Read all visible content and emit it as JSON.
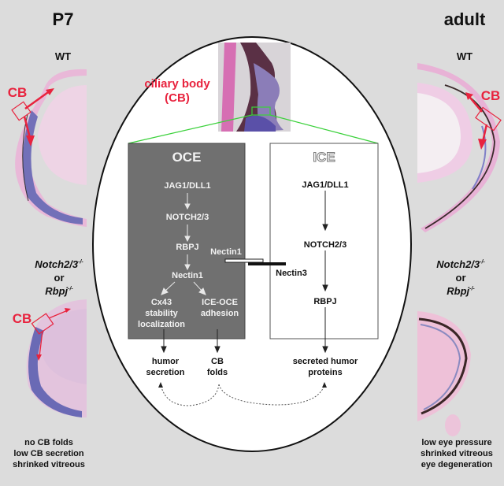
{
  "left_panel": {
    "title": "P7",
    "wt_label": "WT",
    "cb_label": "CB",
    "mutant_label": {
      "gene1": "Notch2/3",
      "sup1": "-/-",
      "or": "or",
      "gene2": "Rbpj",
      "sup2": "-/-"
    },
    "cb_label_mutant": "CB",
    "phenotypes": [
      "no CB folds",
      "low CB secretion",
      "shrinked vitreous"
    ]
  },
  "right_panel": {
    "title": "adult",
    "wt_label": "WT",
    "cb_label": "CB",
    "mutant_label": {
      "gene1": "Notch2/3",
      "sup1": "-/-",
      "or": "or",
      "gene2": "Rbpj",
      "sup2": "-/-"
    },
    "phenotypes": [
      "low eye pressure",
      "shrinked vitreous",
      "eye degeneration"
    ]
  },
  "center": {
    "ciliary_label": [
      "ciliary body",
      "(CB)"
    ],
    "oce": {
      "title": "OCE",
      "steps": [
        "JAG1/DLL1",
        "NOTCH2/3",
        "RBPJ",
        "Nectin1"
      ],
      "branch_left": [
        "Cx43",
        "stability",
        "localization"
      ],
      "branch_right": [
        "ICE-OCE",
        "adhesion"
      ]
    },
    "ice": {
      "title": "ICE",
      "steps": [
        "JAG1/DLL1",
        "NOTCH2/3",
        "RBPJ"
      ]
    },
    "nectin1_label": "Nectin1",
    "nectin3_label": "Nectin3",
    "outcomes": {
      "humor_secretion": [
        "humor",
        "secretion"
      ],
      "cb_folds": [
        "CB",
        "folds"
      ],
      "secreted_proteins": [
        "secreted humor",
        "proteins"
      ]
    }
  },
  "colors": {
    "accent_red": "#e8233e",
    "oce_fill": "#707070",
    "green_line": "#3ad13a"
  }
}
